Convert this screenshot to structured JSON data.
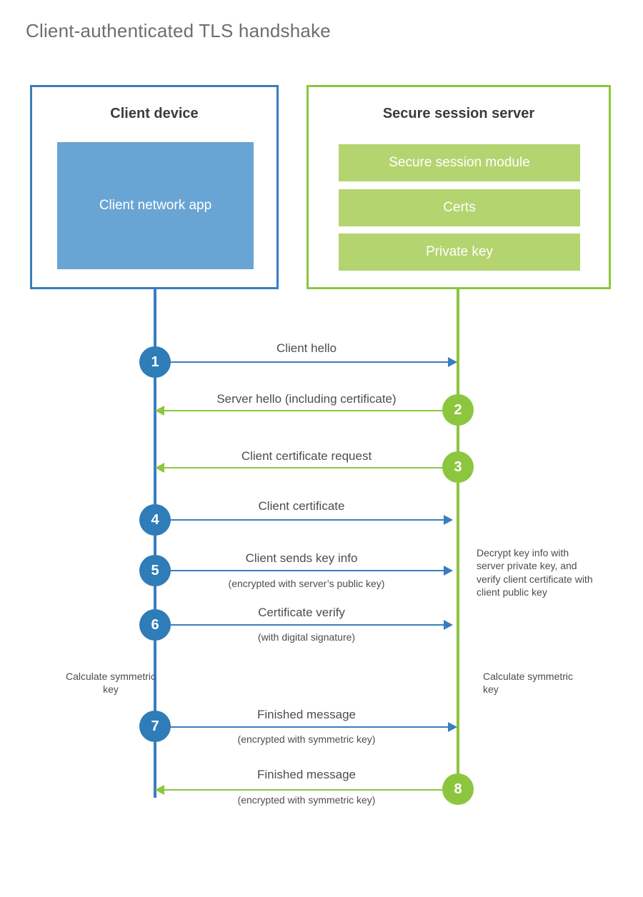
{
  "title": "Client-authenticated TLS handshake",
  "colors": {
    "client_blue": "#3a7dbf",
    "client_blue_fill": "#69a5d4",
    "client_circle": "#2e7cb8",
    "server_green": "#8cc63e",
    "server_green_fill": "#b4d470",
    "text": "#4d4d4d",
    "title_text": "#6e6e6e"
  },
  "client": {
    "title": "Client device",
    "app_label": "Client network app"
  },
  "server": {
    "title": "Secure session server",
    "bars": [
      {
        "label": "Secure session module"
      },
      {
        "label": "Certs"
      },
      {
        "label": "Private key"
      }
    ]
  },
  "steps": [
    {
      "number": "1",
      "side": "client",
      "direction": "right",
      "label": "Client hello",
      "sublabel": ""
    },
    {
      "number": "2",
      "side": "server",
      "direction": "left",
      "label": "Server hello (including certificate)",
      "sublabel": ""
    },
    {
      "number": "3",
      "side": "server",
      "direction": "left",
      "label": "Client certificate request",
      "sublabel": ""
    },
    {
      "number": "4",
      "side": "client",
      "direction": "right",
      "label": "Client certificate",
      "sublabel": ""
    },
    {
      "number": "5",
      "side": "client",
      "direction": "right",
      "label": "Client sends key info",
      "sublabel": "(encrypted with server’s public key)"
    },
    {
      "number": "6",
      "side": "client",
      "direction": "right",
      "label": "Certificate verify",
      "sublabel": "(with digital signature)"
    },
    {
      "number": "7",
      "side": "client",
      "direction": "right",
      "label": "Finished message",
      "sublabel": "(encrypted with symmetric key)"
    },
    {
      "number": "8",
      "side": "server",
      "direction": "left",
      "label": "Finished message",
      "sublabel": "(encrypted with symmetric key)"
    }
  ],
  "notes": {
    "server_decrypt": "Decrypt key info with server private key, and verify client certificate with client public key",
    "client_calculate": "Calculate symmetric key",
    "server_calculate": "Calculate symmetric key"
  }
}
